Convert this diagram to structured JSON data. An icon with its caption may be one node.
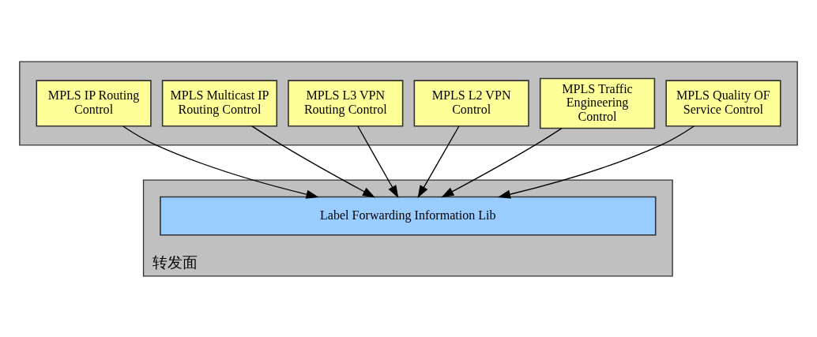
{
  "diagram": {
    "nodes": [
      {
        "text": [],
        "shape": "box"
      },
      {
        "text": [
          "MPLS IP Routing Control"
        ],
        "in": 0
      },
      {
        "text": [
          "MPLS Multicast IP Routing Control"
        ],
        "in": 0
      },
      {
        "text": [
          "MPLS L3 VPN Routing Control"
        ],
        "in": 0
      },
      {
        "text": [
          "MPLS L2 VPN Control"
        ],
        "in": 0
      },
      {
        "text": [
          "MPLS Traffic Engineering Control"
        ],
        "in": 0
      },
      {
        "text": [
          "MPLS Quality OF Service Control"
        ],
        "in": 0
      },
      {
        "text": [
          "转发面"
        ]
      },
      {
        "text": [
          "Label Forwarding Information Lib"
        ],
        "in": 7
      }
    ],
    "edges": [
      {
        "from": 1,
        "to": 8,
        "arrow": "to"
      },
      {
        "from": 2,
        "to": 8,
        "arrow": "to"
      },
      {
        "from": 3,
        "to": 8,
        "arrow": "to"
      },
      {
        "from": 4,
        "to": 8,
        "arrow": "to"
      },
      {
        "from": 5,
        "to": 8,
        "arrow": "to"
      },
      {
        "from": 6,
        "to": 8,
        "arrow": "to"
      }
    ]
  }
}
